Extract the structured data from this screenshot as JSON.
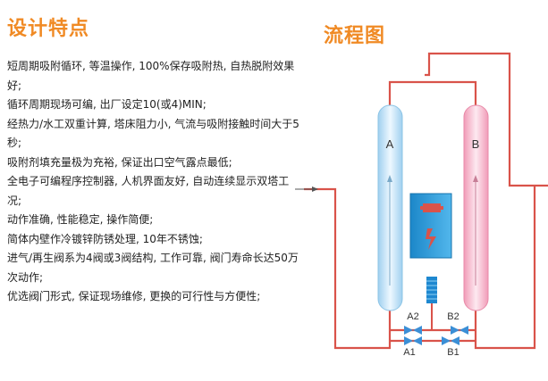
{
  "left_title": "设计特点",
  "right_title": "流程图",
  "features": [
    "短周期吸附循环, 等温操作, 100%保存吸附热, 自热脱附效果好;",
    "循环周期现场可编, 出厂设定10(或4)MIN;",
    "经热力/水工双重计算, 塔床阻力小, 气流与吸附接触时间大于5秒;",
    "吸附剂填充量极为充裕, 保证出口空气露点最低;",
    "全电子可编程序控制器, 人机界面友好, 自动连续显示双塔工况;",
    "动作准确, 性能稳定, 操作简便;",
    "简体内壁作冷镀锌防锈处理, 10年不锈蚀;",
    "进气/再生阀系为4阀或3阀结构, 工作可靠, 阀门寿命长达50万次动作;",
    "优选阀门形式, 保证现场维修, 更换的可行性与方便性;"
  ],
  "diagram": {
    "tower_a_label": "A",
    "tower_b_label": "B",
    "valve_a1": "A1",
    "valve_a2": "A2",
    "valve_b1": "B1",
    "valve_b2": "B2",
    "colors": {
      "pipe": "#d9534a",
      "tower_a": "#bfe0f5",
      "tower_b": "#f6bfd0",
      "heater_panel": "#1a8fd0",
      "accent": "#f08a24"
    }
  }
}
